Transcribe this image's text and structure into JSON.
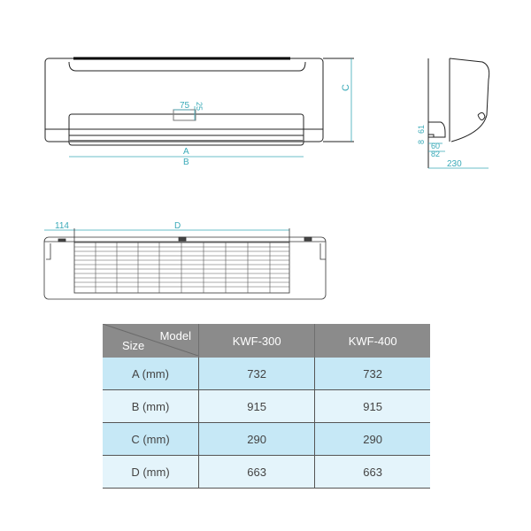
{
  "front_view": {
    "dim_width_inner": "A",
    "dim_width_outer": "B",
    "dim_height": "C",
    "dim_small_w": "75",
    "dim_small_h": "25"
  },
  "side_view": {
    "dim_depth": "230",
    "dim_82": "82",
    "dim_60": "60",
    "dim_61": "61",
    "dim_8": "8"
  },
  "bottom_view": {
    "dim_offset": "114",
    "dim_span": "D"
  },
  "colors": {
    "dimension": "#3aaab8",
    "header_bg": "#8b8b8b",
    "row_odd": "#c6e8f6",
    "row_even": "#e4f4fb"
  },
  "table": {
    "corner_model": "Model",
    "corner_size": "Size",
    "columns": [
      "KWF-300",
      "KWF-400"
    ],
    "rows": [
      {
        "label": "A (mm)",
        "values": [
          "732",
          "732"
        ]
      },
      {
        "label": "B (mm)",
        "values": [
          "915",
          "915"
        ]
      },
      {
        "label": "C (mm)",
        "values": [
          "290",
          "290"
        ]
      },
      {
        "label": "D (mm)",
        "values": [
          "663",
          "663"
        ]
      }
    ]
  }
}
